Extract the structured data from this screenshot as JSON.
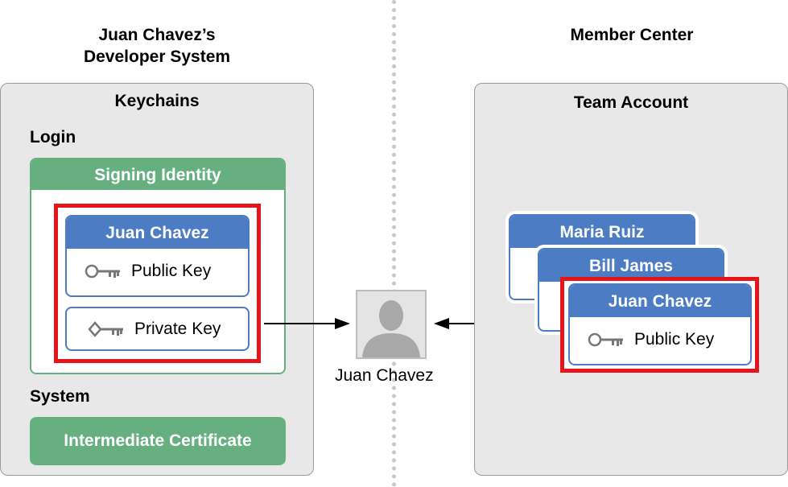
{
  "left": {
    "heading_line1": "Juan Chavez’s",
    "heading_line2": "Developer System",
    "panel_title": "Keychains",
    "login_label": "Login",
    "signing_identity": "Signing Identity",
    "card_name": "Juan Chavez",
    "public_key": "Public Key",
    "private_key": "Private Key",
    "system_label": "System",
    "intermediate_certificate": "Intermediate Certificate"
  },
  "center": {
    "user_name": "Juan Chavez"
  },
  "right": {
    "heading": "Member Center",
    "panel_title": "Team Account",
    "members": [
      "Maria Ruiz",
      "Bill James",
      "Juan Chavez"
    ],
    "public_key": "Public Key"
  },
  "colors": {
    "panel": "#e8e8e8",
    "green": "#66b080",
    "blue": "#4c7cc4",
    "highlight_red": "#e8141c"
  },
  "icons": [
    "key-icon",
    "private-key-icon",
    "person-icon",
    "arrow-icon"
  ]
}
